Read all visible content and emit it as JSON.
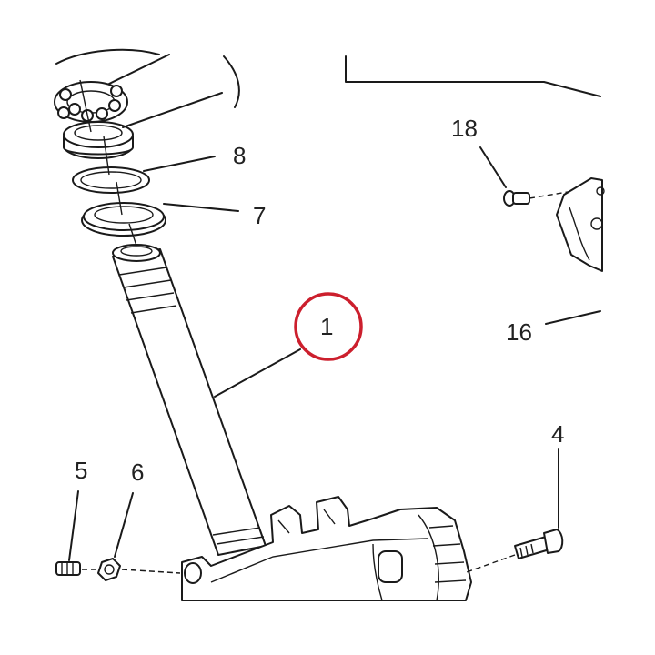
{
  "callouts": {
    "c1": "1",
    "c4": "4",
    "c5": "5",
    "c6": "6",
    "c7": "7",
    "c8": "8",
    "c16": "16",
    "c18": "18"
  },
  "highlight": {
    "callout": "1",
    "color": "#cc1f2d"
  }
}
